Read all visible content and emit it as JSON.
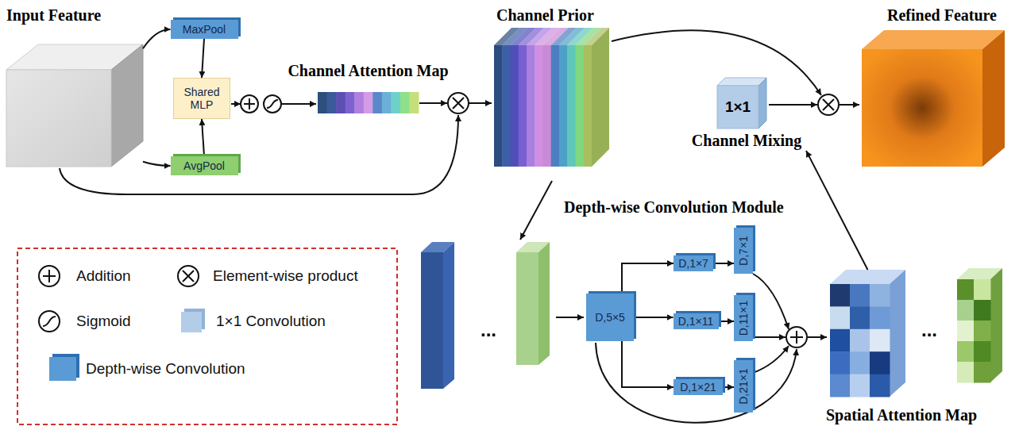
{
  "diagram": {
    "nodes": [
      {
        "text": [
          "Input Feature"
        ]
      },
      {
        "text": [
          "MaxPool"
        ]
      },
      {
        "text": [
          "AvgPool"
        ]
      },
      {
        "text": [
          "Shared MLP"
        ]
      },
      {
        "text": [
          "Channel Attention Map"
        ]
      },
      {
        "text": [
          "Channel Prior"
        ]
      },
      {
        "text": [
          "1×1",
          "Channel Mixing"
        ]
      },
      {
        "text": [
          "Refined Feature"
        ]
      },
      {
        "text": [
          "D,5×5"
        ]
      },
      {
        "text": [
          "D,1×7"
        ]
      },
      {
        "text": [
          "D,7×1"
        ]
      },
      {
        "text": [
          "D,1×11"
        ]
      },
      {
        "text": [
          "D,11×1"
        ]
      },
      {
        "text": [
          "D,1×21"
        ]
      },
      {
        "text": [
          "D,21×1"
        ]
      },
      {
        "text": [
          "Spatial Attention Map"
        ]
      }
    ],
    "edges": [
      {
        "from": 0,
        "to": 1,
        "arrow": "to"
      },
      {
        "from": 0,
        "to": 2,
        "arrow": "to"
      },
      {
        "from": 1,
        "to": 3,
        "arrow": "to"
      },
      {
        "from": 2,
        "to": 3,
        "arrow": "to"
      },
      {
        "from": 8,
        "to": 9,
        "arrow": "to"
      },
      {
        "from": 9,
        "to": 10,
        "arrow": "to"
      },
      {
        "from": 8,
        "to": 11,
        "arrow": "to"
      },
      {
        "from": 11,
        "to": 12,
        "arrow": "to"
      },
      {
        "from": 8,
        "to": 13,
        "arrow": "to"
      },
      {
        "from": 13,
        "to": 14,
        "arrow": "to"
      },
      {
        "from": 15,
        "to": 6,
        "arrow": "to"
      }
    ],
    "labels": [
      "Depth-wise Convolution Module",
      "...",
      "..."
    ],
    "legend": [
      {
        "text": "Addition"
      },
      {
        "text": "Element-wise product"
      },
      {
        "text": "Sigmoid"
      },
      {
        "text": "1×1 Convolution",
        "color": "#b3cde8"
      },
      {
        "text": "Depth-wise Convolution",
        "color": "#5b9bd5"
      }
    ]
  }
}
